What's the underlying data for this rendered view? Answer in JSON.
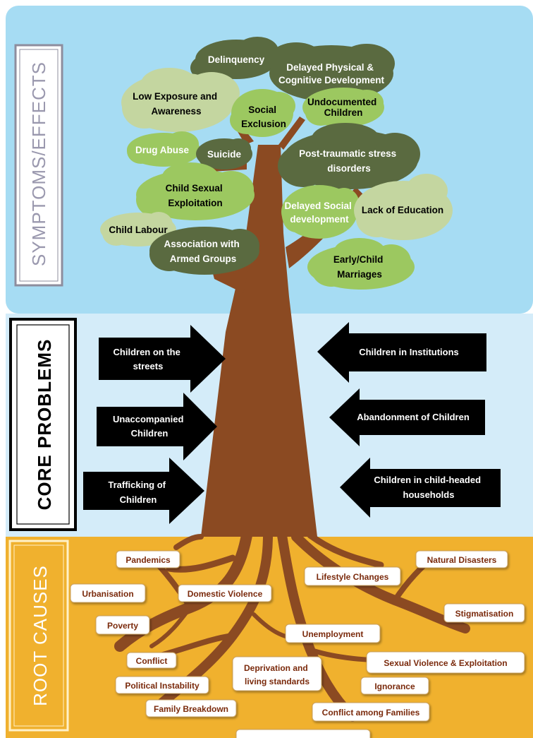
{
  "sections": {
    "symptoms": "SYMPTOMS/EFFECTS",
    "core": "CORE PROBLEMS",
    "root": "ROOT CAUSES"
  },
  "clouds": {
    "delinquency": "Delinquency",
    "delayed_physical": [
      "Delayed Physical &",
      "Cognitive Development"
    ],
    "low_exposure": [
      "Low Exposure and",
      "Awareness"
    ],
    "social_exclusion": [
      "Social",
      "Exclusion"
    ],
    "undocumented": [
      "Undocumented",
      "Children"
    ],
    "drug_abuse": "Drug Abuse",
    "suicide": "Suicide",
    "ptsd": [
      "Post-traumatic stress",
      "disorders"
    ],
    "child_sexual": [
      "Child Sexual",
      "Exploitation"
    ],
    "delayed_social": [
      "Delayed Social",
      "development"
    ],
    "lack_education": "Lack of Education",
    "child_labour": "Child Labour",
    "armed_groups": [
      "Association with",
      "Armed Groups"
    ],
    "early_marriages": [
      "Early/Child",
      "Marriages"
    ]
  },
  "arrows": {
    "streets": [
      "Children on the",
      "streets"
    ],
    "institutions": "Children in Institutions",
    "unaccompanied": [
      "Unaccompanied",
      "Children"
    ],
    "abandonment": "Abandonment of Children",
    "trafficking": [
      "Trafficking of",
      "Children"
    ],
    "child_headed": [
      "Children in child-headed",
      "households"
    ]
  },
  "roots": {
    "pandemics": "Pandemics",
    "natural_disasters": "Natural Disasters",
    "lifestyle": "Lifestyle Changes",
    "urbanisation": "Urbanisation",
    "domestic_violence": "Domestic Violence",
    "stigmatisation": "Stigmatisation",
    "poverty": "Poverty",
    "unemployment": "Unemployment",
    "conflict": "Conflict",
    "deprivation": [
      "Deprivation and",
      "living standards"
    ],
    "sexual_violence": "Sexual Violence & Exploitation",
    "political": "Political Instability",
    "ignorance": "Ignorance",
    "family_breakdown": "Family Breakdown",
    "conflict_families": "Conflict among Families"
  },
  "colors": {
    "sky": "#a6dcf3",
    "core_bg": "#d4ecf9",
    "root_bg": "#f0b12e",
    "trunk": "#8b4a22",
    "dark_cloud": "#5a6a40",
    "light_green": "#9cc860",
    "pale_green": "#c4d6a0",
    "arrow": "#000000",
    "root_text": "#7a2a0c"
  }
}
